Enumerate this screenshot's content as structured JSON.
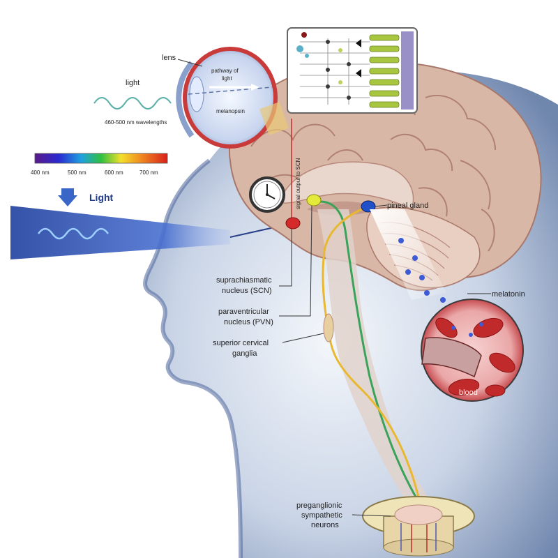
{
  "labels": {
    "lens": "lens",
    "light_small": "light",
    "wavelengths": "460-500 nm wavelengths",
    "pathway_line1": "pathway of",
    "pathway_line2": "light",
    "melanopsin": "melanopsin",
    "light_big": "Light",
    "signal_output": "signal output to SCN",
    "pineal_gland": "pineal gland",
    "scn_line1": "suprachiasmatic",
    "scn_line2": "nucleus (SCN)",
    "pvn_line1": "paraventricular",
    "pvn_line2": "nucleus (PVN)",
    "scg_line1": "superior cervical",
    "scg_line2": "ganglia",
    "melatonin": "melatonin",
    "blood": "blood",
    "pre_line1": "preganglionic",
    "pre_line2": "sympathetic",
    "pre_line3": "neurons"
  },
  "spectrum": {
    "ticks": [
      "400 nm",
      "500 nm",
      "600 nm",
      "700 nm"
    ]
  },
  "colors": {
    "brain": "#d9b7a6",
    "brain_dark": "#b8887a",
    "head_blue": "#6f86ad",
    "light_beam": "#2b4fb5",
    "scn_red": "#d42a2a",
    "pvn_yellow": "#e3ea3a",
    "pineal_blue": "#2150c8",
    "melatonin_blue": "#3d5bd6",
    "blood_red": "#b8232a",
    "green_fiber": "#3aa35a",
    "yellow_fiber": "#e8b830"
  },
  "icons": {
    "clock": "clock-icon",
    "arrow": "down-arrow-icon"
  }
}
